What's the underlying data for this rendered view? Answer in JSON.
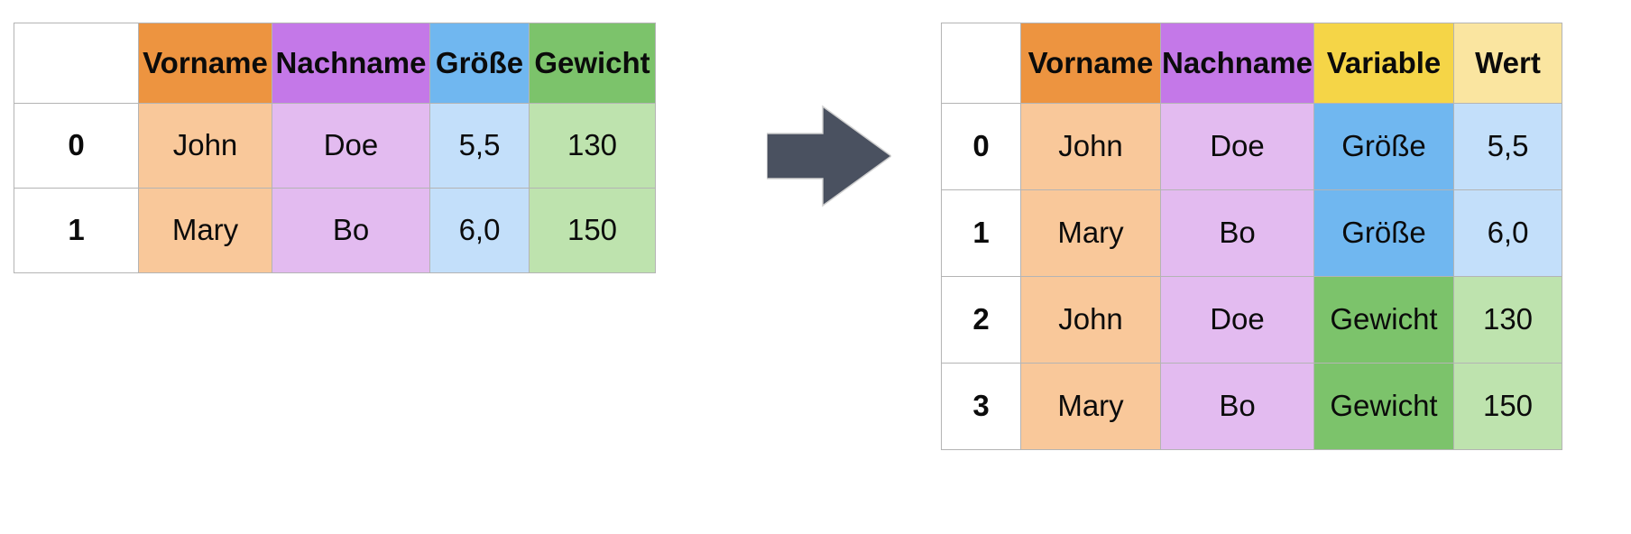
{
  "diagram": {
    "arrow_icon": "right-arrow-icon",
    "arrow_color": "#4A5160"
  },
  "palette": {
    "vorname_header": "#ED9440",
    "vorname_cell": "#F9C89A",
    "nachname_header": "#C478E8",
    "nachname_cell": "#E3BBF0",
    "groesse_header": "#70B7F0",
    "groesse_cell": "#C3DFFA",
    "gewicht_header": "#7CC36B",
    "gewicht_cell": "#BEE3AE",
    "variable_header": "#F5D547",
    "wert_header": "#FAE5A0",
    "index_cell": "#FFFFFF",
    "border": "#B4B4B4"
  },
  "wide_table": {
    "corner_label": "",
    "columns": [
      "Vorname",
      "Nachname",
      "Größe",
      "Gewicht"
    ],
    "index": [
      "0",
      "1"
    ],
    "rows": [
      {
        "index": "0",
        "Vorname": "John",
        "Nachname": "Doe",
        "Größe": "5,5",
        "Gewicht": "130"
      },
      {
        "index": "1",
        "Vorname": "Mary",
        "Nachname": "Bo",
        "Größe": "6,0",
        "Gewicht": "150"
      }
    ]
  },
  "long_table": {
    "corner_label": "",
    "columns": [
      "Vorname",
      "Nachname",
      "Variable",
      "Wert"
    ],
    "index": [
      "0",
      "1",
      "2",
      "3"
    ],
    "rows": [
      {
        "index": "0",
        "Vorname": "John",
        "Nachname": "Doe",
        "Variable": "Größe",
        "Wert": "5,5"
      },
      {
        "index": "1",
        "Vorname": "Mary",
        "Nachname": "Bo",
        "Variable": "Größe",
        "Wert": "6,0"
      },
      {
        "index": "2",
        "Vorname": "John",
        "Nachname": "Doe",
        "Variable": "Gewicht",
        "Wert": "130"
      },
      {
        "index": "3",
        "Vorname": "Mary",
        "Nachname": "Bo",
        "Variable": "Gewicht",
        "Wert": "150"
      }
    ]
  },
  "chart_data": {
    "type": "table",
    "title": "",
    "panels": [
      {
        "name": "wide-format-dataframe",
        "columns": [
          "",
          "Vorname",
          "Nachname",
          "Größe",
          "Gewicht"
        ],
        "data": [
          [
            "0",
            "John",
            "Doe",
            "5,5",
            "130"
          ],
          [
            "1",
            "Mary",
            "Bo",
            "6,0",
            "150"
          ]
        ]
      },
      {
        "name": "long-format-dataframe",
        "columns": [
          "",
          "Vorname",
          "Nachname",
          "Variable",
          "Wert"
        ],
        "data": [
          [
            "0",
            "John",
            "Doe",
            "Größe",
            "5,5"
          ],
          [
            "1",
            "Mary",
            "Bo",
            "Größe",
            "6,0"
          ],
          [
            "2",
            "John",
            "Doe",
            "Gewicht",
            "130"
          ],
          [
            "3",
            "Mary",
            "Bo",
            "Gewicht",
            "150"
          ]
        ]
      }
    ]
  }
}
